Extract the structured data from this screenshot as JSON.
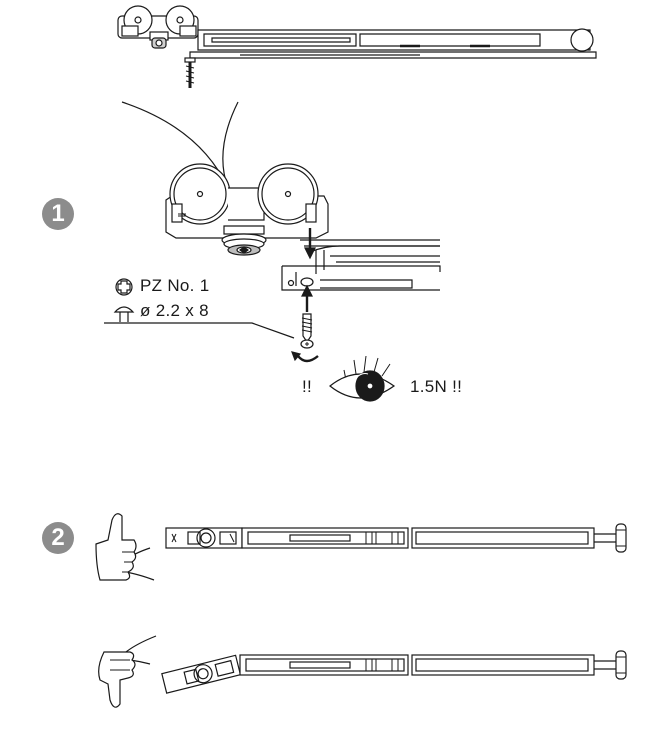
{
  "steps": [
    {
      "number": "1"
    },
    {
      "number": "2"
    }
  ],
  "screwdriver_spec": "PZ No. 1",
  "screw_spec": "ø 2.2 x 8",
  "check_marks": "!!",
  "force_note": "1.5N !!",
  "icons": [
    "phillips-drive-icon",
    "screw-head-icon",
    "rotate-arrow-icon",
    "eye-icon",
    "thumbs-up-icon",
    "thumbs-down-icon"
  ],
  "colors": {
    "line": "#1a1a1a",
    "badge": "#8c8c8c",
    "shading": "#9a9a9a"
  }
}
